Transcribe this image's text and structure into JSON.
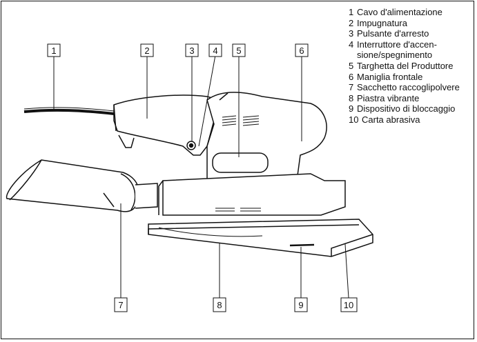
{
  "callouts": [
    {
      "number": "1"
    },
    {
      "number": "2"
    },
    {
      "number": "3"
    },
    {
      "number": "4"
    },
    {
      "number": "5"
    },
    {
      "number": "6"
    },
    {
      "number": "7"
    },
    {
      "number": "8"
    },
    {
      "number": "9"
    },
    {
      "number": "10"
    }
  ],
  "legend": [
    {
      "number": "1",
      "text": "Cavo d'alimentazione"
    },
    {
      "number": "2",
      "text": "Impugnatura"
    },
    {
      "number": "3",
      "text": "Pulsante d'arresto"
    },
    {
      "number": "4",
      "text": "Interruttore d'accen-sione/spegnimento"
    },
    {
      "number": "5",
      "text": "Targhetta del Produttore"
    },
    {
      "number": "6",
      "text": "Maniglia frontale"
    },
    {
      "number": "7",
      "text": "Sacchetto raccoglipolvere"
    },
    {
      "number": "8",
      "text": "Piastra vibrante"
    },
    {
      "number": "9",
      "text": "Dispositivo di bloccaggio"
    },
    {
      "number": "10",
      "text": "Carta abrasiva"
    }
  ]
}
